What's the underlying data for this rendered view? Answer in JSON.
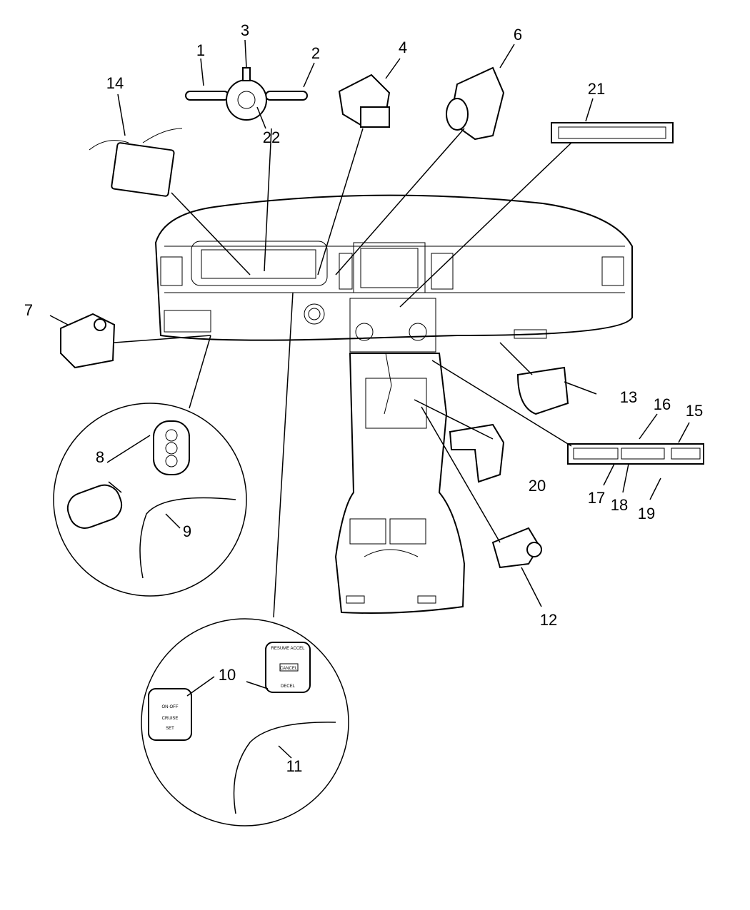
{
  "diagram": {
    "callouts": [
      "1",
      "2",
      "3",
      "4",
      "6",
      "21",
      "14",
      "22",
      "7",
      "13",
      "16",
      "15",
      "17",
      "18",
      "19",
      "20",
      "8",
      "9",
      "10",
      "11",
      "12"
    ],
    "part_lettering": {
      "cruise_switch_left": [
        "ON-OFF",
        "CRUISE",
        "SET"
      ],
      "cruise_switch_right": [
        "RESUME ACCEL",
        "CANCEL",
        "DECEL"
      ]
    },
    "colors": {
      "line": "#000000",
      "background": "#ffffff"
    }
  }
}
